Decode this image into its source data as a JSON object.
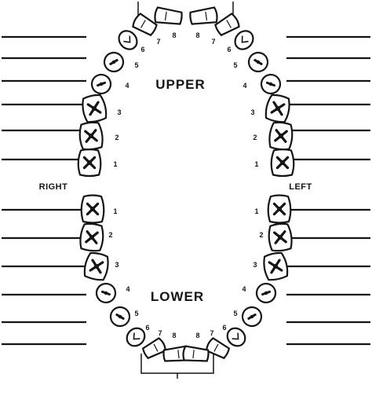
{
  "labels": {
    "upper": "UPPER",
    "lower": "LOWER",
    "right": "RIGHT",
    "left": "LEFT"
  },
  "upper_tooth_numbers": {
    "right": [
      "1",
      "2",
      "3",
      "4",
      "5",
      "6",
      "7",
      "8"
    ],
    "left": [
      "1",
      "2",
      "3",
      "4",
      "5",
      "6",
      "7",
      "8"
    ]
  },
  "lower_tooth_numbers": {
    "right": [
      "1",
      "2",
      "3",
      "4",
      "5",
      "6",
      "7",
      "8"
    ],
    "left": [
      "1",
      "2",
      "3",
      "4",
      "5",
      "6",
      "7",
      "8"
    ]
  },
  "writing_lines": {
    "upper_left_count": 6,
    "upper_right_count": 6,
    "lower_left_count": 6,
    "lower_right_count": 6
  },
  "colors": {
    "ink": "#151515",
    "paper": "#ffffff"
  }
}
